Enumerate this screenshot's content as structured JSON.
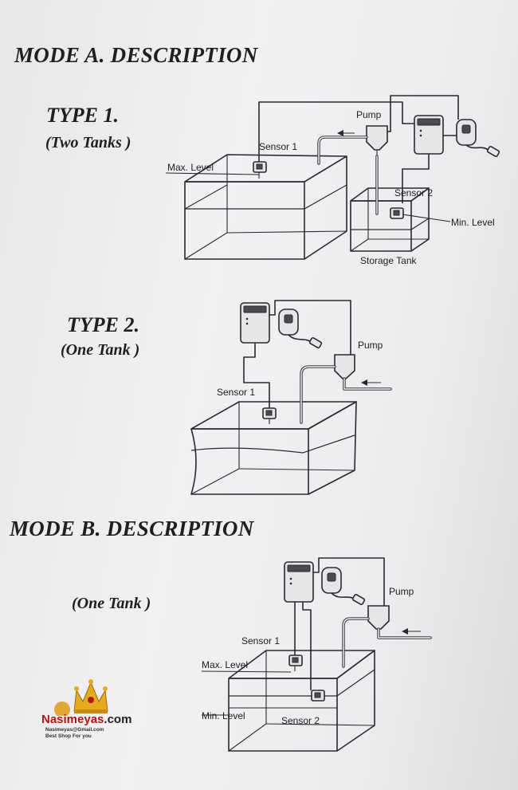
{
  "modeA": {
    "title": "MODE A. DESCRIPTION",
    "type1": {
      "title": "TYPE 1.",
      "subtitle": "(Two Tanks )",
      "labels": {
        "pump": "Pump",
        "sensor1": "Sensor 1",
        "maxLevel": "Max. Level",
        "sensor2": "Sensor 2",
        "minLevel": "Min. Level",
        "storageTank": "Storage Tank"
      }
    },
    "type2": {
      "title": "TYPE 2.",
      "subtitle": "(One Tank )",
      "labels": {
        "pump": "Pump",
        "sensor1": "Sensor 1"
      }
    }
  },
  "modeB": {
    "title": "MODE B. DESCRIPTION",
    "subtitle": "(One Tank )",
    "labels": {
      "pump": "Pump",
      "sensor1": "Sensor 1",
      "maxLevel": "Max. Level",
      "minLevel": "Min. Level",
      "sensor2": "Sensor 2"
    }
  },
  "watermark": {
    "name_main": "Nasimeyas",
    "name_suffix": ".com",
    "email": "Nasimeyas@Gmail.com",
    "tagline": "Best Shop For you"
  },
  "colors": {
    "ink": "#2a2a2e",
    "paper": "#eeeef0",
    "watermark_red": "#b01818",
    "crown_gold": "#e0a020"
  }
}
